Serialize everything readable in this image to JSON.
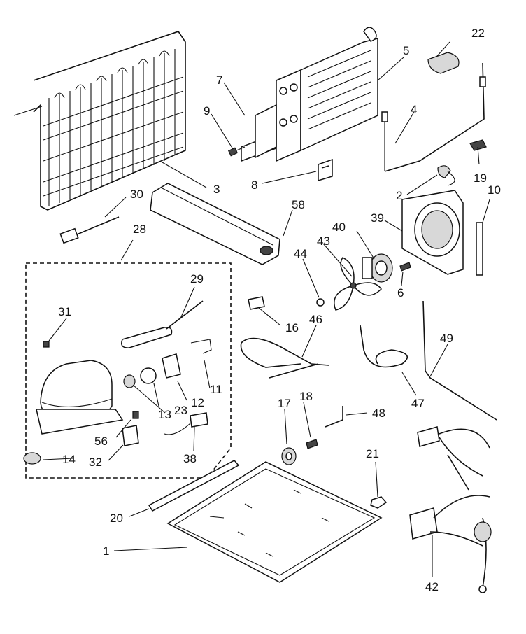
{
  "callouts": {
    "c1": "1",
    "c2": "2",
    "c3": "3",
    "c4": "4",
    "c5": "5",
    "c6": "6",
    "c7": "7",
    "c8": "8",
    "c9": "9",
    "c10": "10",
    "c11": "11",
    "c12": "12",
    "c13": "13",
    "c14": "14",
    "c16": "16",
    "c17": "17",
    "c18": "18",
    "c19": "19",
    "c20": "20",
    "c21": "21",
    "c22": "22",
    "c23": "23",
    "c28": "28",
    "c29": "29",
    "c30": "30",
    "c31": "31",
    "c32": "32",
    "c38": "38",
    "c39": "39",
    "c40": "40",
    "c42": "42",
    "c43": "43",
    "c44": "44",
    "c46": "46",
    "c47": "47",
    "c48": "48",
    "c49": "49",
    "c56": "56",
    "c58": "58"
  }
}
